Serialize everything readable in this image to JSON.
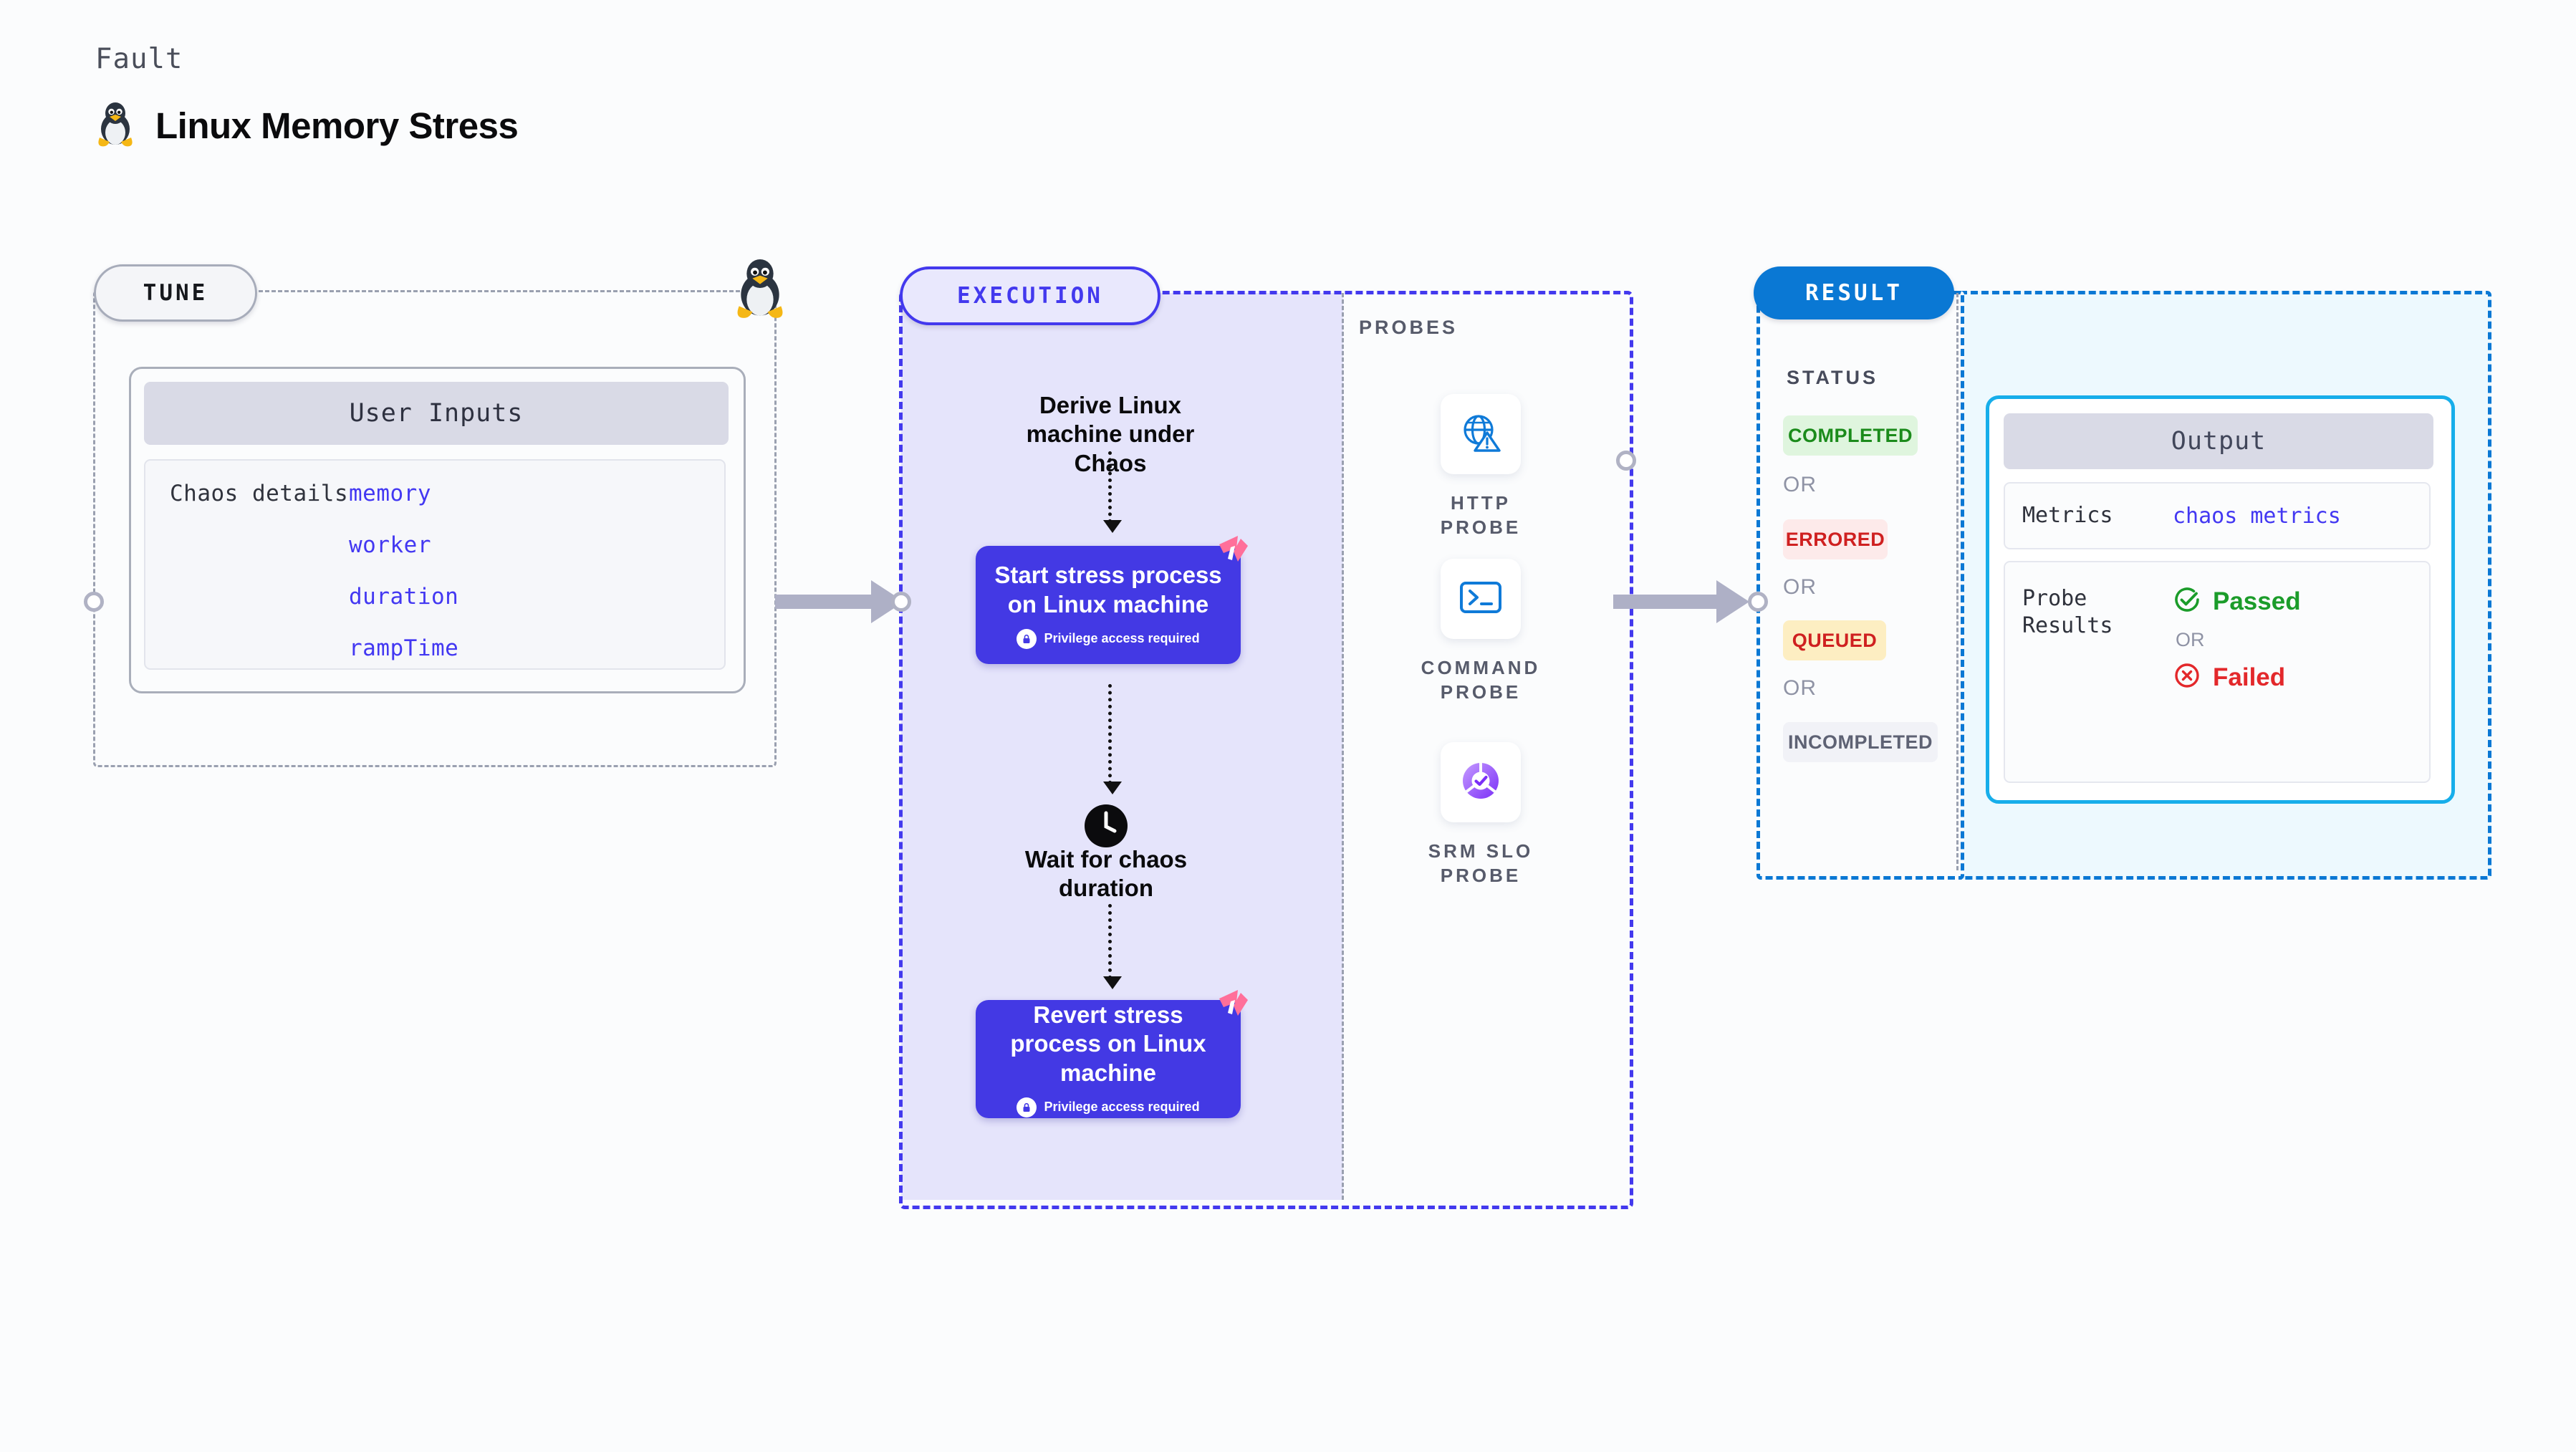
{
  "header": {
    "kicker": "Fault",
    "title": "Linux Memory Stress",
    "icon": "tux-penguin-icon"
  },
  "tune": {
    "pill_label": "TUNE",
    "edge_icon": "tux-penguin-icon",
    "card": {
      "header": "User Inputs",
      "field_label": "Chaos details",
      "values": [
        "memory",
        "worker",
        "duration",
        "rampTime"
      ]
    }
  },
  "execution": {
    "pill_label": "EXECUTION",
    "steps": [
      {
        "type": "text",
        "label": "Derive Linux machine under Chaos"
      },
      {
        "type": "action",
        "label": "Start stress process on Linux machine",
        "note": "Privilege access required",
        "badge": "harness-logo-icon",
        "lock": "lock-icon"
      },
      {
        "type": "wait",
        "icon": "clock-icon",
        "label": "Wait for chaos duration"
      },
      {
        "type": "action",
        "label": "Revert stress process on Linux machine",
        "note": "Privilege access required",
        "badge": "harness-logo-icon",
        "lock": "lock-icon"
      }
    ]
  },
  "probes": {
    "title": "PROBES",
    "items": [
      {
        "label": "HTTP PROBE",
        "icon": "globe-warning-icon"
      },
      {
        "label": "COMMAND PROBE",
        "icon": "terminal-prompt-icon"
      },
      {
        "label": "SRM SLO PROBE",
        "icon": "slo-check-donut-icon"
      }
    ]
  },
  "result": {
    "pill_label": "RESULT",
    "status_title": "STATUS",
    "or_label": "OR",
    "statuses": [
      {
        "label": "COMPLETED",
        "fg": "#1b8b1b",
        "bg": "#dff5de"
      },
      {
        "label": "ERRORED",
        "fg": "#cf2020",
        "bg": "#fdeaea"
      },
      {
        "label": "QUEUED",
        "fg": "#cf2020",
        "bg": "#fdeec2"
      },
      {
        "label": "INCOMPLETED",
        "fg": "#5e6274",
        "bg": "#f1f2f7"
      }
    ],
    "output": {
      "header": "Output",
      "metrics_key": "Metrics",
      "metrics_value": "chaos metrics",
      "probe_results_key": "Probe Results",
      "passed_label": "Passed",
      "failed_label": "Failed",
      "or_label": "OR",
      "passed_icon": "check-circle-icon",
      "failed_icon": "x-circle-icon"
    }
  },
  "colors": {
    "accent_purple": "#4339ee",
    "accent_blue": "#0a78d4",
    "output_border": "#17aeea",
    "harness_pink": "#ff6f9a",
    "pass_green": "#1b9c2a",
    "fail_red": "#e3282b",
    "exec_fill": "#e5e4fb",
    "result_fill": "#edf9fe"
  }
}
